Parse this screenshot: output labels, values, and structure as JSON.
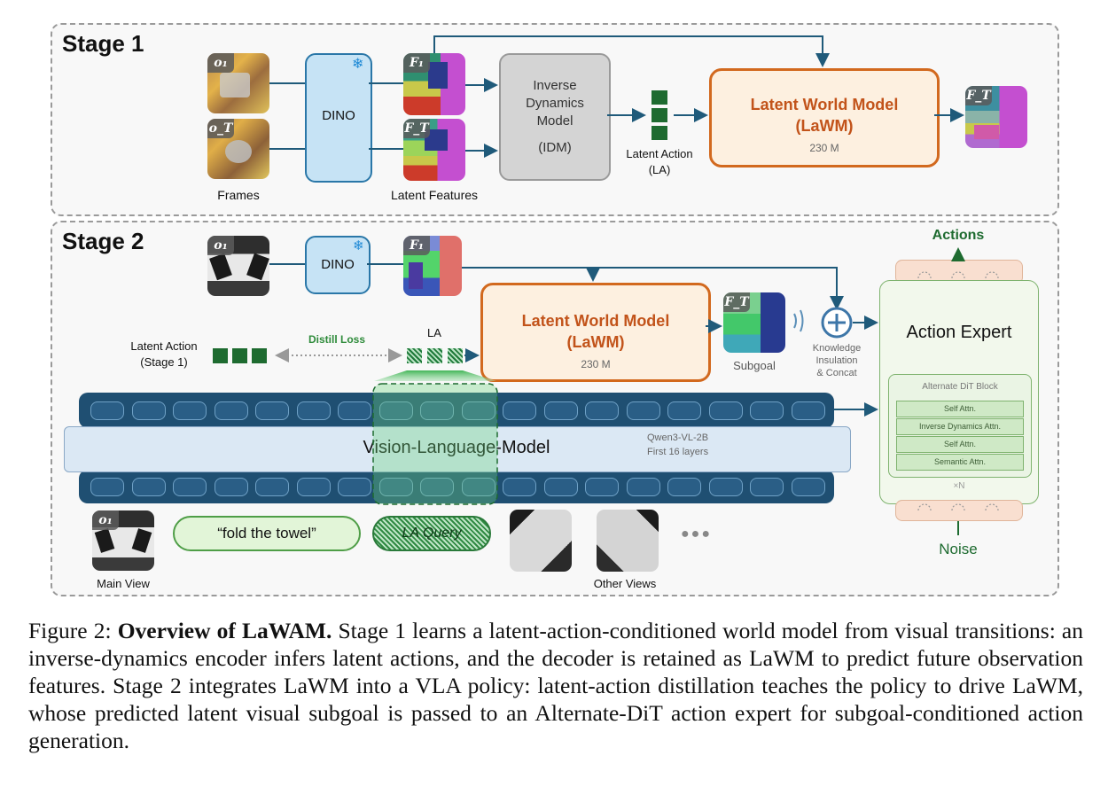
{
  "stage1": {
    "title": "Stage 1",
    "frames_label": "Frames",
    "frame_tags": [
      "o₁",
      "o_T"
    ],
    "dino_label": "DINO",
    "latent_features_label": "Latent Features",
    "feature_tags": [
      "F₁",
      "F_T"
    ],
    "idm_lines": [
      "Inverse",
      "Dynamics",
      "Model",
      "(IDM)"
    ],
    "latent_action_lines": [
      "Latent Action",
      "(LA)"
    ],
    "wm_title_lines": [
      "Latent World Model",
      "(LaWM)"
    ],
    "wm_size": "230 M",
    "output_tag": "F_T"
  },
  "stage2": {
    "title": "Stage 2",
    "input_tag": "o₁",
    "dino_label": "DINO",
    "feature_tag": "F₁",
    "latent_action_lines": [
      "Latent Action",
      "(Stage 1)"
    ],
    "distill_loss": "Distill Loss",
    "la_label": "LA",
    "wm_title_lines": [
      "Latent World Model",
      "(LaWM)"
    ],
    "wm_size": "230 M",
    "subgoal_tag": "F_T",
    "subgoal_label": "Subgoal",
    "ki_lines": [
      "Knowledge",
      "Insulation",
      "& Concat"
    ],
    "vlm_label": "Vision-Language-Model",
    "vlm_sub_lines": [
      "Qwen3-VL-2B",
      "First 16 layers"
    ],
    "actions_label": "Actions",
    "action_expert_label": "Action Expert",
    "dit_block_label": "Alternate DiT Block",
    "dit_rows": [
      "Self Attn.",
      "Inverse Dynamics Attn.",
      "Self Attn.",
      "Semantic Attn."
    ],
    "repeat_label": "×N",
    "noise_label": "Noise",
    "main_view_tag": "o₁",
    "main_view_label": "Main View",
    "prompt_text": "“fold the towel”",
    "query_text": "LA Query",
    "other_views_label": "Other Views",
    "ellipsis": "●●●"
  },
  "caption": {
    "prefix": "Figure 2: ",
    "title": "Overview of LaWAM.",
    "body": " Stage 1 learns a latent-action-conditioned world model from visual transitions: an inverse-dynamics encoder infers latent actions, and the decoder is retained as LaWM to predict future observation features. Stage 2 integrates LaWM into a VLA policy: latent-action distillation teaches the policy to drive LaWM, whose predicted latent visual subgoal is passed to an Alternate-DiT action expert for subgoal-conditioned action generation."
  },
  "colors": {
    "arrow": "#1f5a7a",
    "wm_border": "#d2691e",
    "wm_text": "#c2531a",
    "dino_fill": "#c6e3f5",
    "latent_action": "#1e6b30",
    "distill": "#2e8b3a",
    "vlm_band": "#1f4f72"
  }
}
